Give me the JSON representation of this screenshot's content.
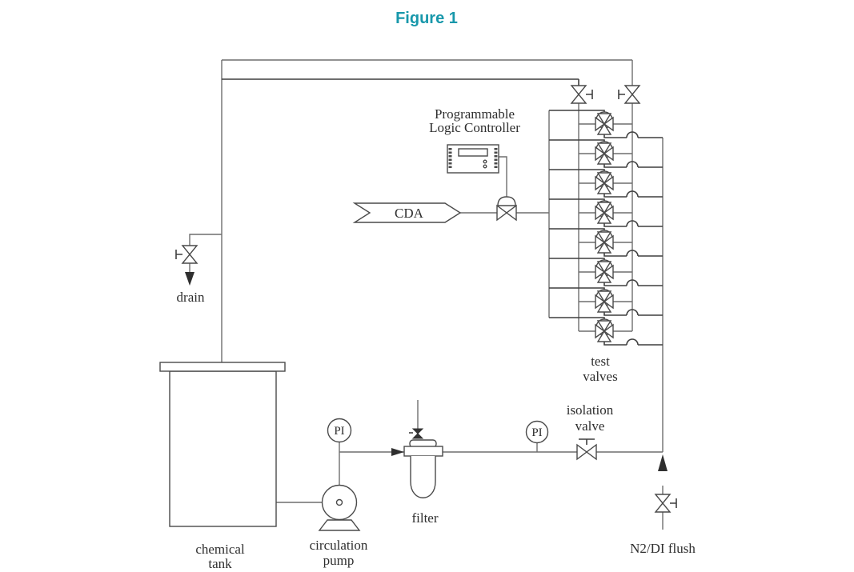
{
  "title": {
    "text": "Figure 1",
    "color": "#1898ab"
  },
  "diagram": {
    "type": "process-piping-diagram",
    "labels": {
      "plc_line1": "Programmable",
      "plc_line2": "Logic Controller",
      "cda": "CDA",
      "drain": "drain",
      "test_valves_line1": "test",
      "test_valves_line2": "valves",
      "isolation_line1": "isolation",
      "isolation_line2": "valve",
      "filter": "filter",
      "tank_line1": "chemical",
      "tank_line2": "tank",
      "pump_line1": "circulation",
      "pump_line2": "pump",
      "n2_flush": "N2/DI flush",
      "gauge1": "PI",
      "gauge2": "PI"
    },
    "test_valve_count": 8,
    "line_color": "#5a5a5a",
    "components": [
      "chemical tank",
      "circulation pump",
      "filter with vent valve",
      "pressure indicator PI (pump discharge)",
      "pressure indicator PI (filter outlet)",
      "isolation valve",
      "test valve manifold (8 valves)",
      "CDA supply with PLC-actuated valve",
      "Programmable Logic Controller",
      "drain valve",
      "N2/DI flush inlet valve"
    ]
  }
}
